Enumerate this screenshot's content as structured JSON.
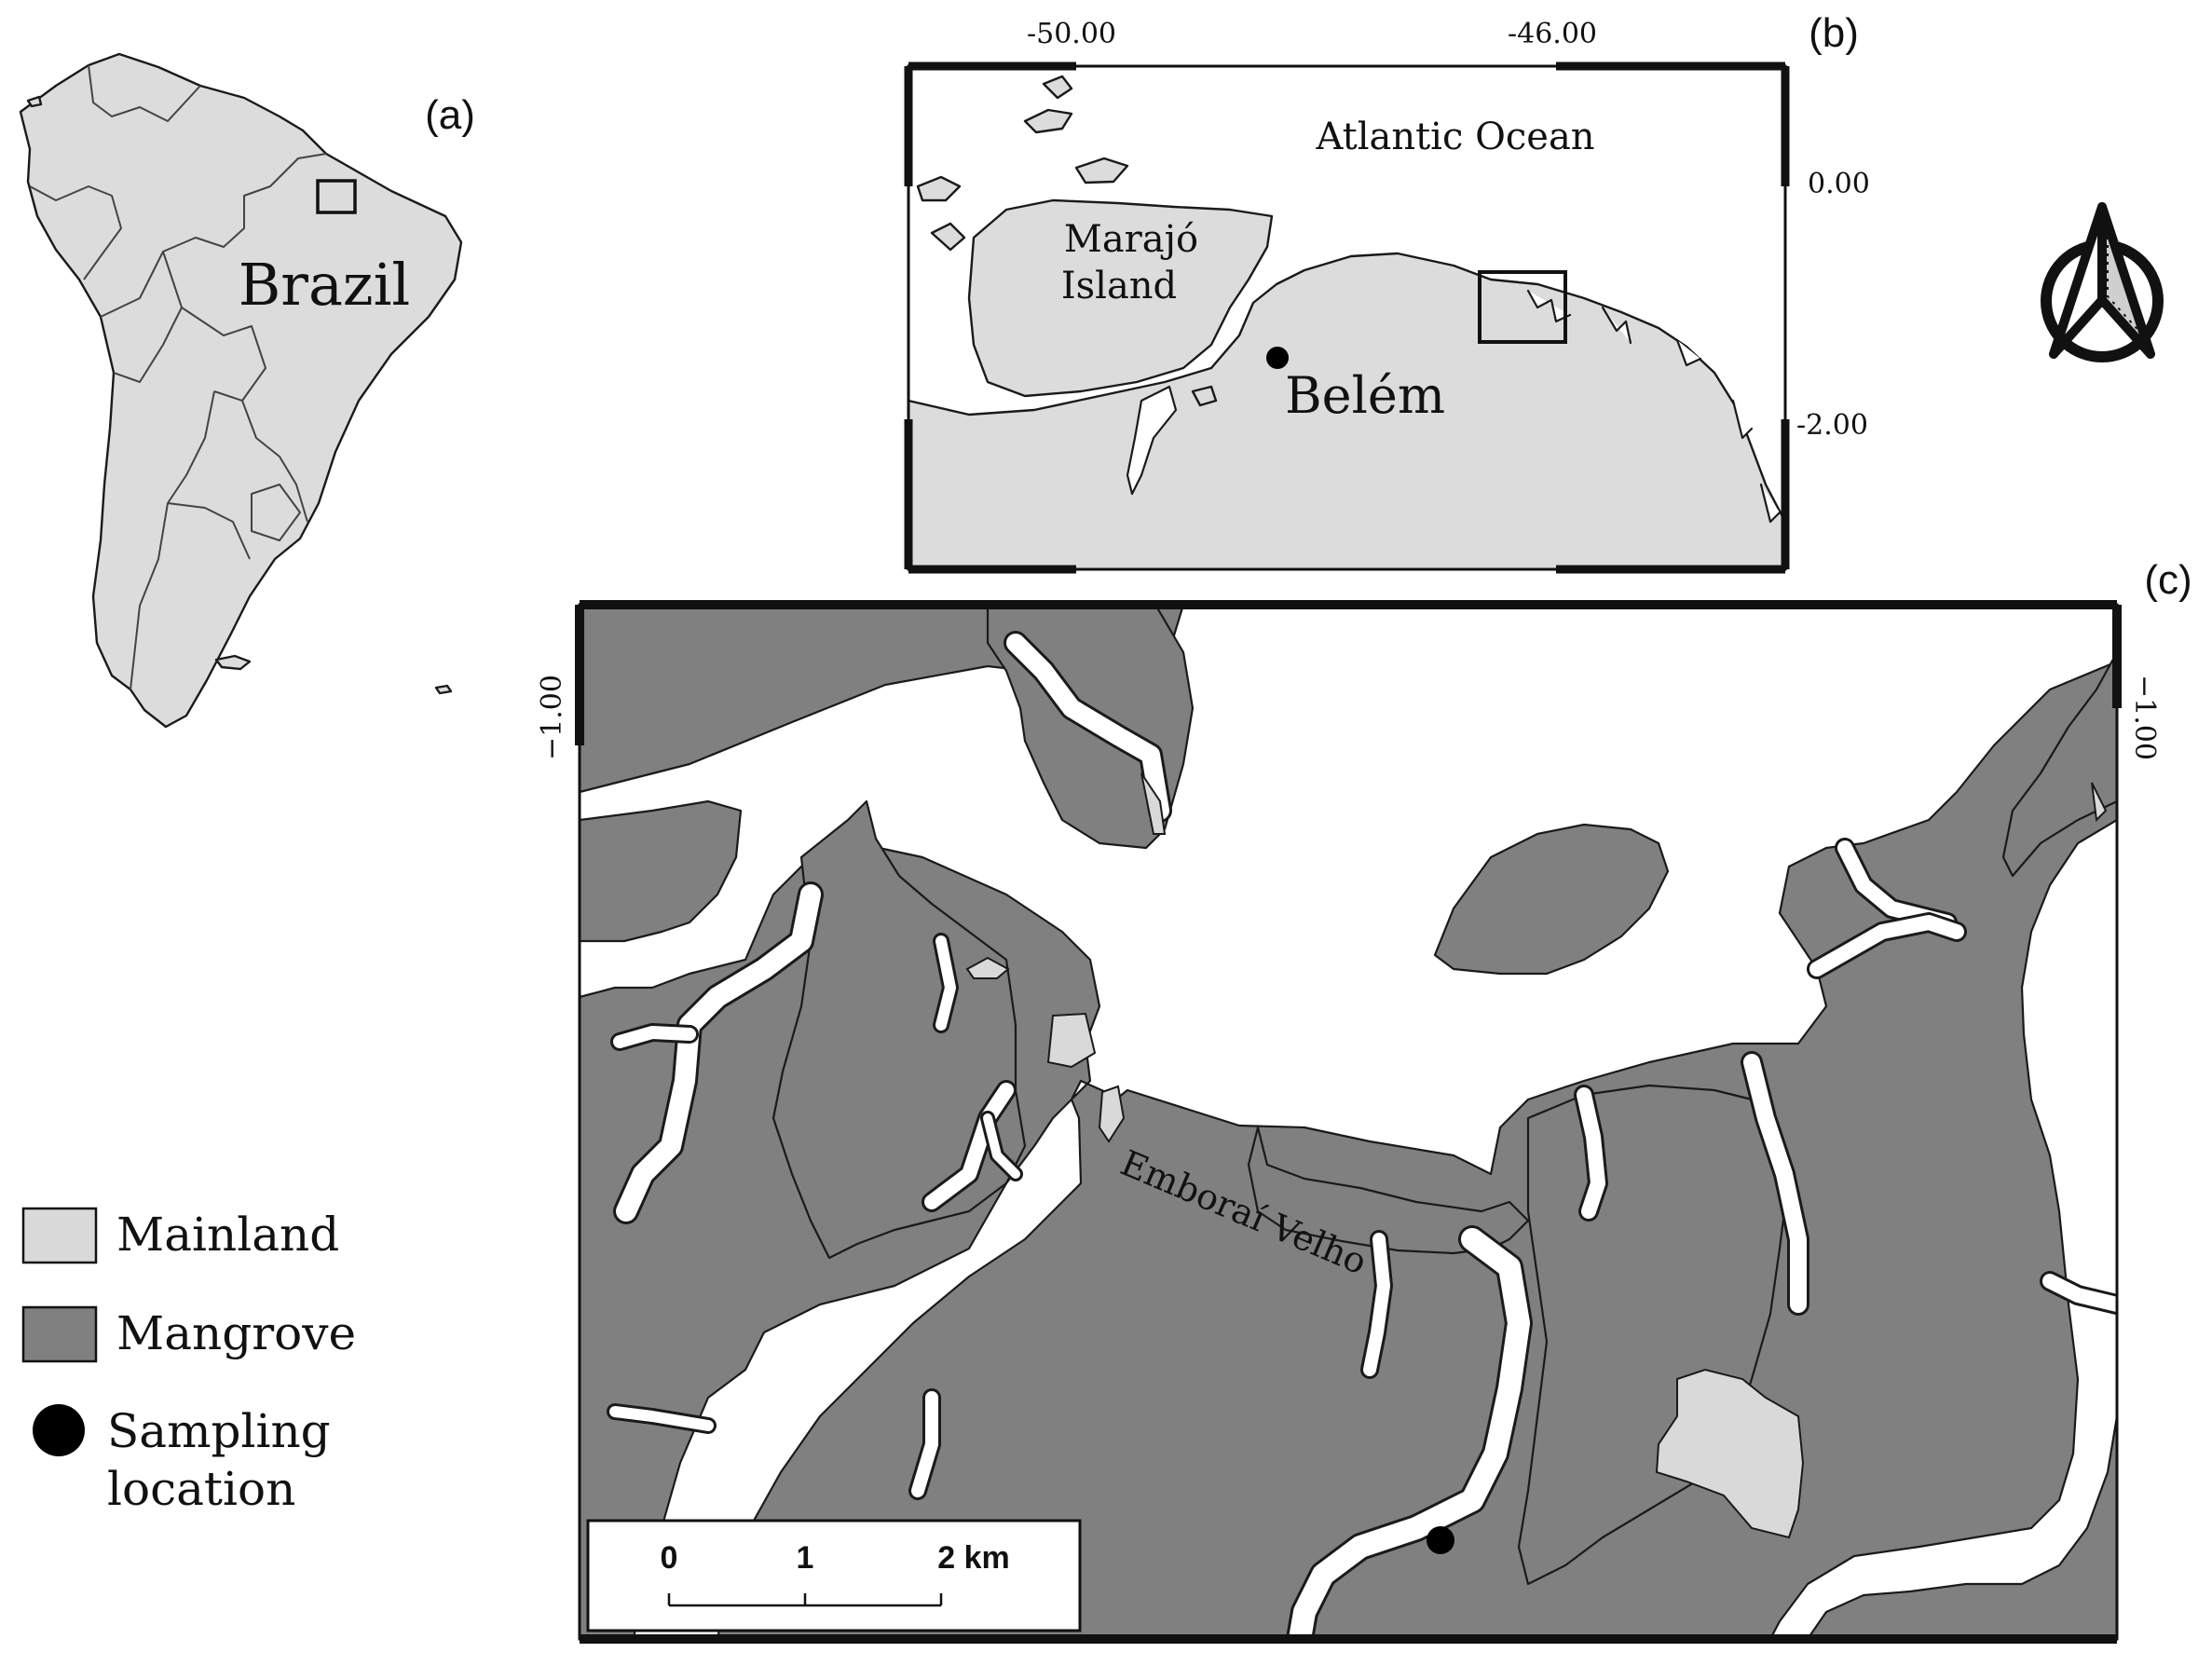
{
  "panels": {
    "a": {
      "label": "(a)",
      "country_label": "Brazil"
    },
    "b": {
      "label": "(b)",
      "top_ticks": [
        "-50.00",
        "-46.00"
      ],
      "right_ticks": [
        "0.00",
        "-2.00"
      ],
      "ocean_label": "Atlantic Ocean",
      "island_label_line1": "Marajó",
      "island_label_line2": "Island",
      "city_label": "Belém"
    },
    "c": {
      "label": "(c)",
      "left_tick": "−1.00",
      "right_tick": "−1.00",
      "river_label": "Emboraí Velho",
      "scale_bar": {
        "labels": [
          "0",
          "1",
          "2 km"
        ]
      }
    }
  },
  "legend": {
    "items": [
      {
        "label": "Mainland",
        "color": "#d9d9d9"
      },
      {
        "label": "Mangrove",
        "color": "#808080"
      }
    ],
    "sampling_line1": "Sampling",
    "sampling_line2": "location"
  },
  "north_arrow": {
    "icon": "north-arrow-icon"
  },
  "colors": {
    "mainland": "#d9d9d9",
    "mangrove": "#808080",
    "water": "#ffffff",
    "ink": "#111111"
  }
}
